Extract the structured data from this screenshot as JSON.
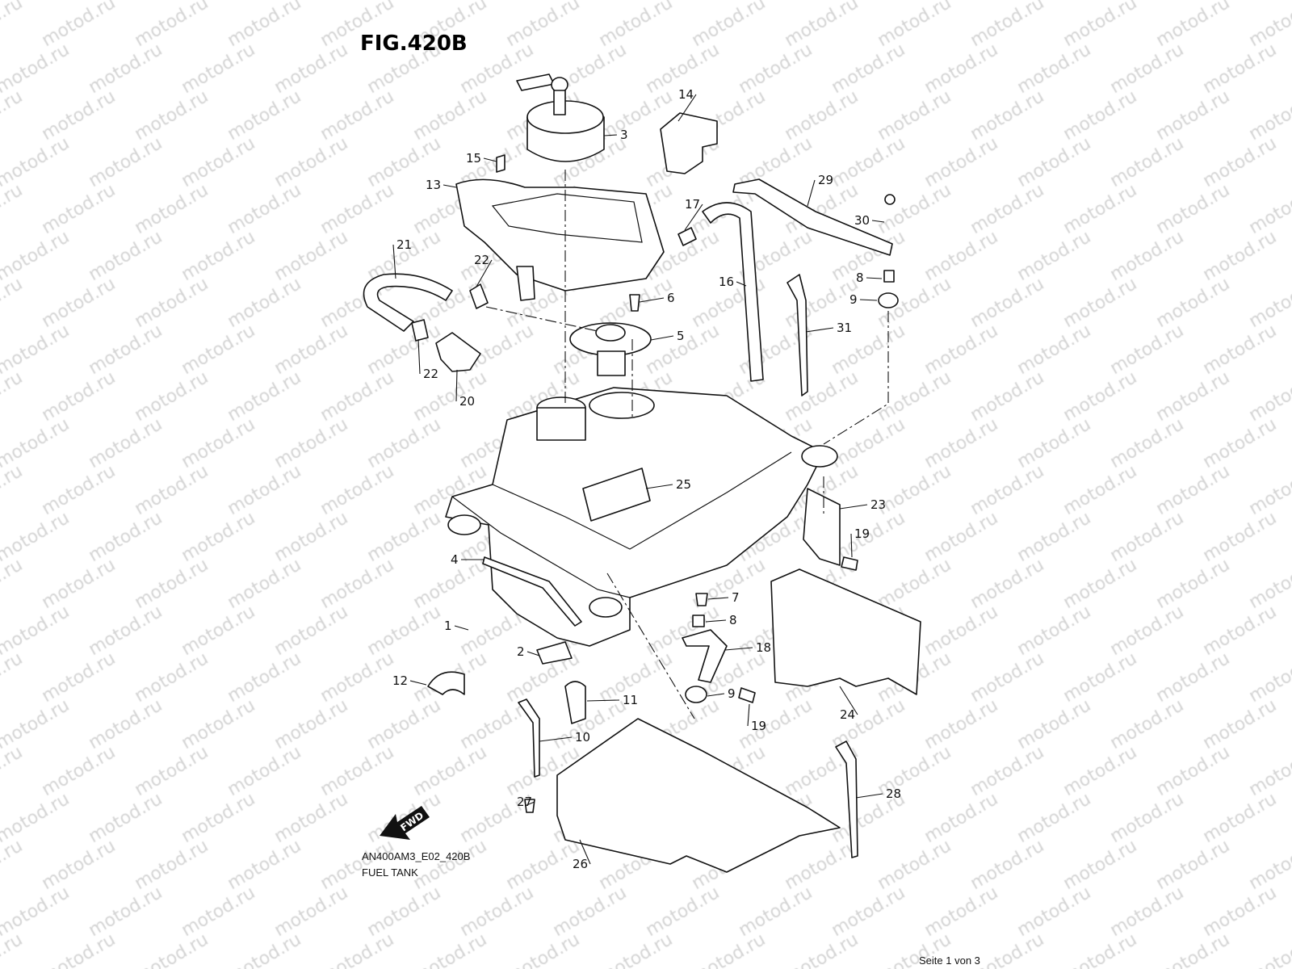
{
  "figure_title": "FIG.420B",
  "watermark": "motod.ru",
  "drawing_code": "AN400AM3_E02_420B",
  "drawing_name": "FUEL TANK",
  "page_indicator": "Seite 1 von 3",
  "fwd_label": "FWD",
  "callouts": [
    "3",
    "14",
    "15",
    "13",
    "17",
    "29",
    "30",
    "21",
    "22",
    "6",
    "8",
    "9",
    "16",
    "31",
    "5",
    "22",
    "20",
    "25",
    "23",
    "19",
    "4",
    "7",
    "8",
    "1",
    "18",
    "2",
    "12",
    "9",
    "11",
    "19",
    "24",
    "10",
    "28",
    "27",
    "26"
  ]
}
